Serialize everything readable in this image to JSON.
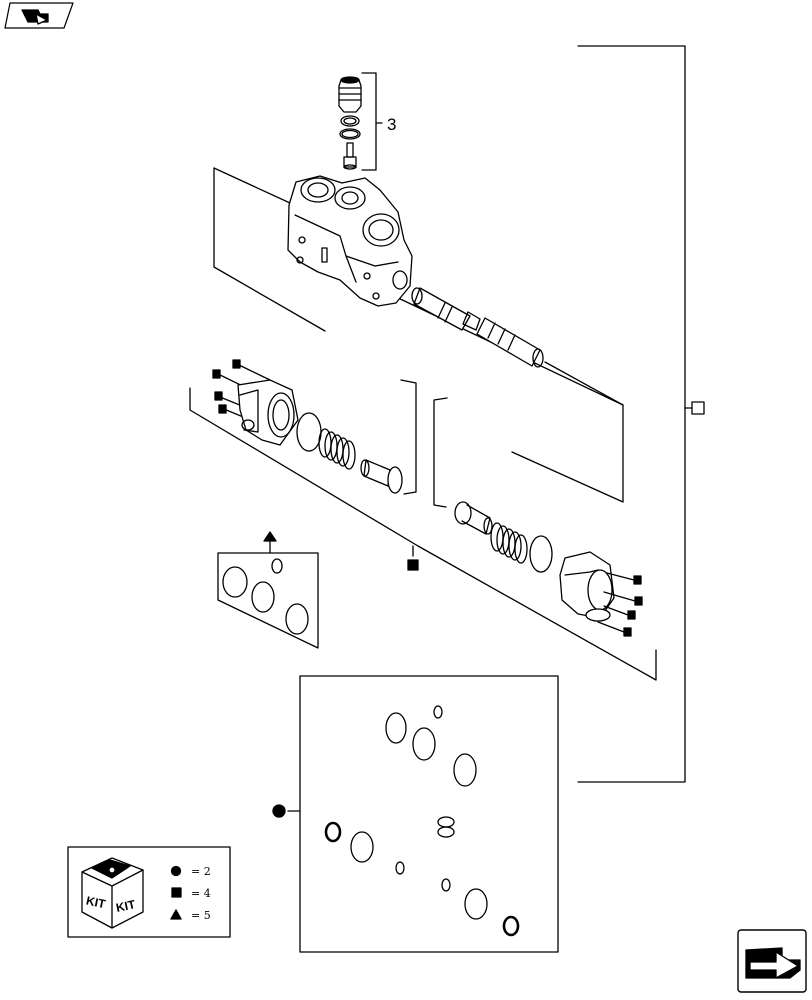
{
  "callouts": {
    "item_3": "3"
  },
  "legend": {
    "kit_word_left": "KIT",
    "kit_word_right": "KIT",
    "rows": [
      {
        "symbol": "circle",
        "text": "= 2"
      },
      {
        "symbol": "square",
        "text": "= 4"
      },
      {
        "symbol": "triangle",
        "text": "= 5"
      }
    ]
  },
  "icons": {
    "top_left_nav": "back-page-arrow-icon",
    "bottom_right_nav": "next-page-arrow-icon",
    "assembly_marker": "square-box-marker-icon"
  }
}
